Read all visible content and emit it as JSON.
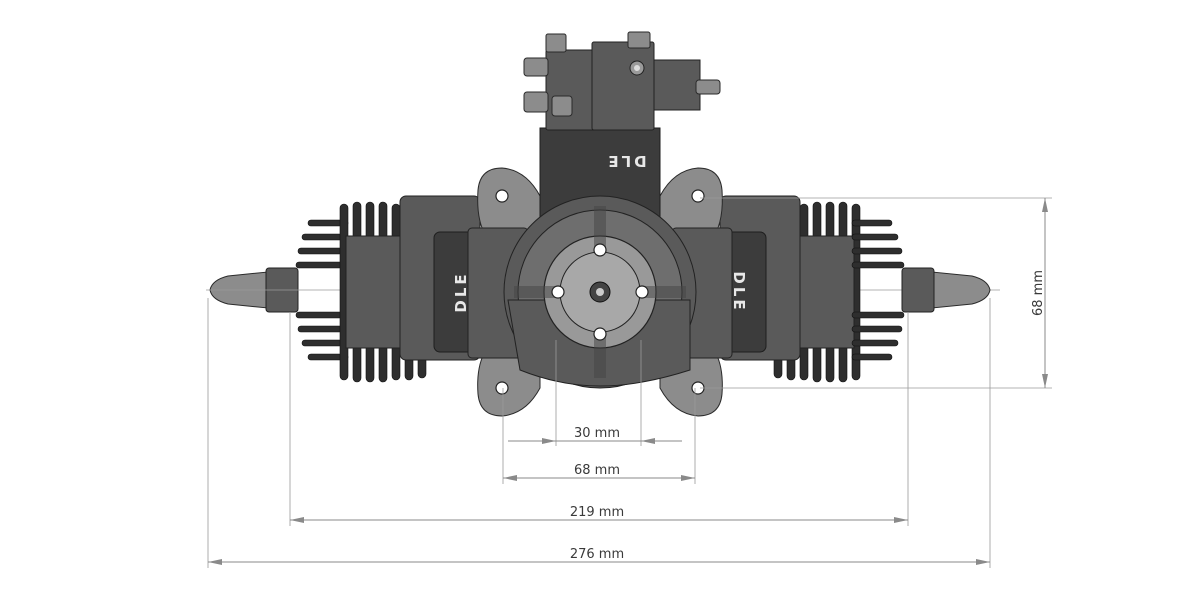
{
  "drawing": {
    "brand_top": "DLE",
    "brand_left": "DLE",
    "brand_right": "DLE"
  },
  "dimensions": {
    "bolt_spacing": "30 mm",
    "mount_width": "68 mm",
    "cylinder_span": "219 mm",
    "overall_length": "276 mm",
    "mount_height": "68 mm"
  }
}
